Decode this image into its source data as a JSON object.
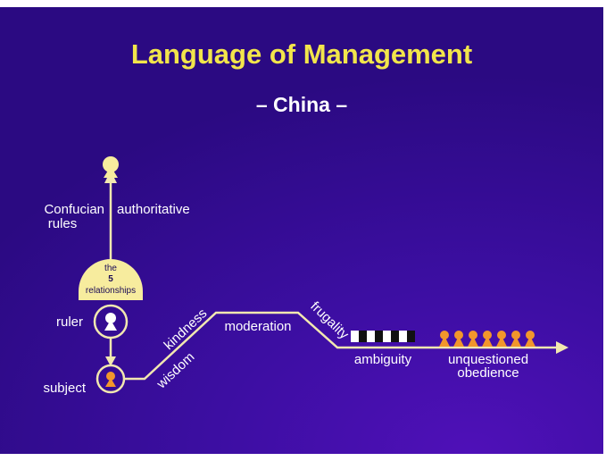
{
  "title": "Language of Management",
  "subtitle": "– China –",
  "colors": {
    "title": "#f2e54b",
    "text": "#ffffff",
    "line": "#f2e8b0",
    "authority": "#f7ec9e",
    "orange": "#f2962c"
  },
  "labels": {
    "confucian_line1": "Confucian",
    "confucian_line2": "rules",
    "authoritative": "authoritative",
    "the": "the",
    "five": "5",
    "relationships": "relationships",
    "ruler": "ruler",
    "subject": "subject",
    "kindness": "kindness",
    "wisdom": "wisdom",
    "moderation": "moderation",
    "frugality": "frugality",
    "ambiguity": "ambiguity",
    "unquestioned": "unquestioned",
    "obedience": "obedience"
  }
}
